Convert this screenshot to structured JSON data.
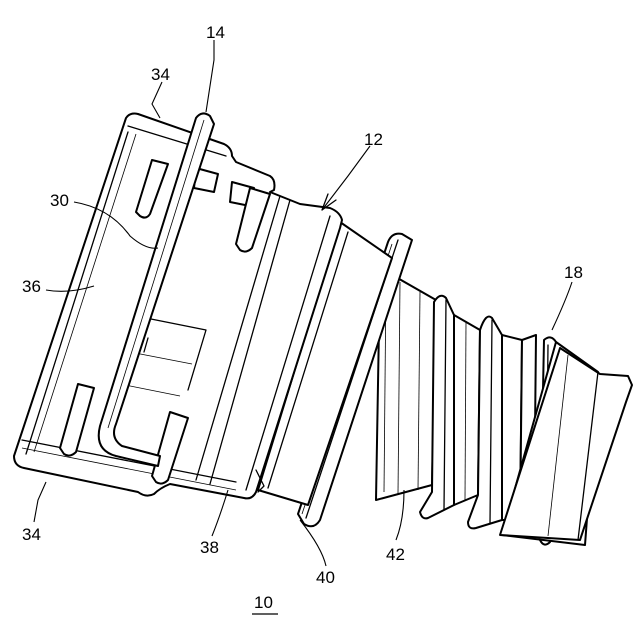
{
  "labels": {
    "ref_14": "14",
    "ref_34_top": "34",
    "ref_12": "12",
    "ref_30": "30",
    "ref_36": "36",
    "ref_18": "18",
    "ref_34_bottom": "34",
    "ref_38": "38",
    "ref_40": "40",
    "ref_42": "42",
    "ref_10": "10"
  }
}
